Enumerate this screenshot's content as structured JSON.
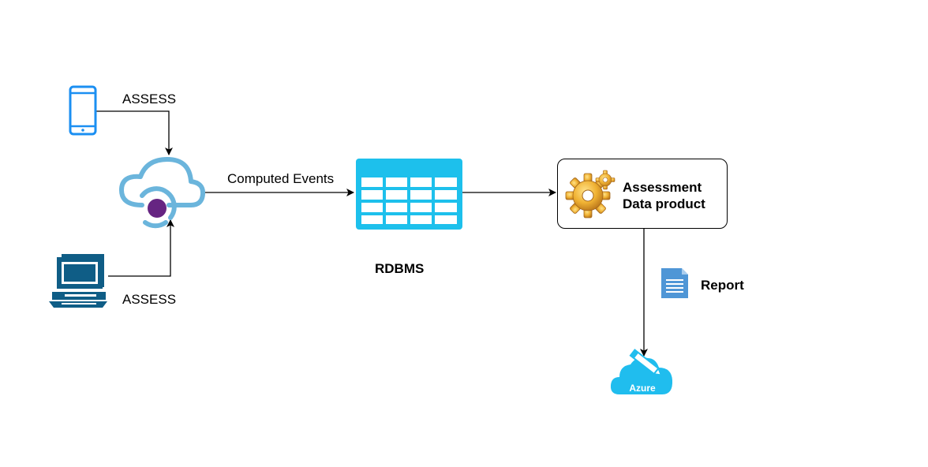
{
  "nodes": {
    "mobile_label": "ASSESS",
    "desktop_label": "ASSESS",
    "rdbms_label": "RDBMS",
    "assessment_line1": "Assessment",
    "assessment_line2": "Data product",
    "report_label": "Report",
    "azure_label": "Azure"
  },
  "edges": {
    "computed_events_label": "Computed Events"
  },
  "colors": {
    "mobile": "#1b8ff2",
    "cloud": "#6bb5dc",
    "cloud_dot": "#662582",
    "table": "#1dc0ec",
    "desktop": "#0f5d86",
    "gear": "#e8a627",
    "report": "#4f96d6",
    "azure": "#20bdee"
  },
  "icons": {
    "mobile": "mobile-phone-icon",
    "cloud": "cloud-event-icon",
    "desktop": "desktop-computer-icon",
    "table": "database-table-icon",
    "gear": "gear-icon",
    "report": "document-icon",
    "azure": "azure-cloud-edit-icon"
  }
}
